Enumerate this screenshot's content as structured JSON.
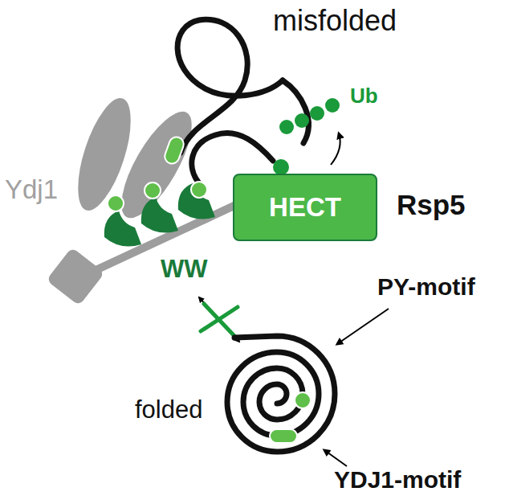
{
  "diagram": {
    "nodes": [
      {
        "text": [
          "HECT"
        ]
      }
    ],
    "labels": [
      "misfolded",
      "Ydj1",
      "Ub",
      "Rsp5",
      "WW",
      "PY-motif",
      "folded",
      "YDJ1-motif"
    ]
  }
}
